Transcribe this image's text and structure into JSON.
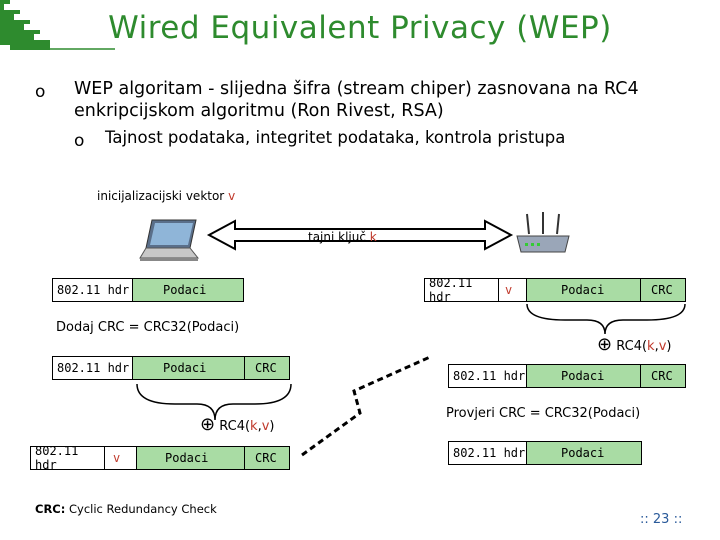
{
  "title": "Wired Equivalent Privacy (WEP)",
  "colors": {
    "title_green": "#2e8b2e",
    "packet_green": "#a9dca4",
    "accent_red": "#c0392b",
    "page_blue": "#2a5a9a"
  },
  "bullets": [
    {
      "marker": "o",
      "text": "WEP algoritam - slijedna šifra (stream chiper) zasnovana na RC4 enkripcijskom algoritmu (Ron Rivest, RSA)"
    },
    {
      "marker": "o",
      "text": "Tajnost podataka, integritet podataka, kontrola pristupa"
    }
  ],
  "diagram": {
    "iv_label": "inicijalizacijski vektor ",
    "iv_var": "v",
    "key_label": "tajni ključ ",
    "key_var": "k",
    "icons": {
      "laptop": "laptop-icon",
      "router": "wireless-router-icon"
    },
    "sender": {
      "packet1": {
        "hdr": "802.11 hdr",
        "data": "Podaci"
      },
      "add_crc": "Dodaj CRC = CRC32(Podaci)",
      "packet2": {
        "hdr": "802.11 hdr",
        "data": "Podaci",
        "crc": "CRC"
      },
      "xor_symbol": "⊕",
      "rc4": {
        "prefix": "RC4(",
        "k": "k",
        "comma": ",",
        "v": "v",
        "suffix": ")"
      },
      "packet3": {
        "hdr": "802.11 hdr",
        "iv": "v",
        "data": "Podaci",
        "crc": "CRC"
      }
    },
    "receiver": {
      "packet1": {
        "hdr": "802.11 hdr",
        "iv": "v",
        "data": "Podaci",
        "crc": "CRC"
      },
      "xor_symbol": "⊕",
      "rc4": {
        "prefix": "RC4(",
        "k": "k",
        "comma": ",",
        "v": "v",
        "suffix": ")"
      },
      "packet2": {
        "hdr": "802.11 hdr",
        "data": "Podaci",
        "crc": "CRC"
      },
      "check_crc": "Provjeri CRC = CRC32(Podaci)",
      "packet3": {
        "hdr": "802.11 hdr",
        "data": "Podaci"
      }
    }
  },
  "footer": {
    "crc_abbr": "CRC:",
    "crc_text": " Cyclic Redundancy Check",
    "page": ":: 23 ::"
  }
}
